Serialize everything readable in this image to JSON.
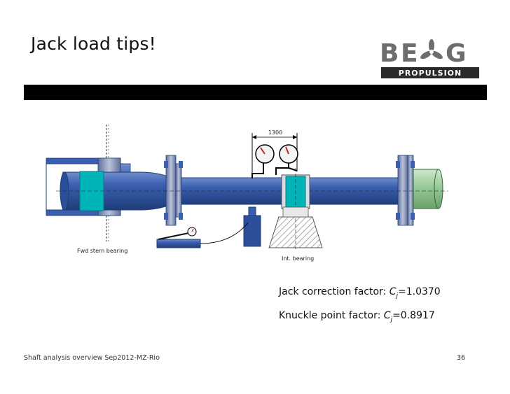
{
  "slide": {
    "title": "Jack load tips!",
    "footer": "Shaft analysis overview Sep2012-MZ-Rio",
    "page_number": "36"
  },
  "logo": {
    "brand_text": "BERG",
    "sub_text": "PROPULSION"
  },
  "diagram": {
    "dimension_label": "1300",
    "stern_bearing_label": "Fwd stern bearing",
    "int_bearing_label": "Int. bearing"
  },
  "factors": {
    "jack": {
      "label": "Jack correction factor: ",
      "symbol": "C",
      "subscript": "j",
      "value": "=1.0370"
    },
    "knuckle": {
      "label": "Knuckle point factor: ",
      "symbol": "C",
      "subscript": "j",
      "value": "=0.8917"
    }
  },
  "colors": {
    "shaft": "#2c4f9a",
    "bearing": "#00b4b8",
    "flange": "#8a96b5",
    "band": "#000000",
    "needle": "#d02020"
  }
}
